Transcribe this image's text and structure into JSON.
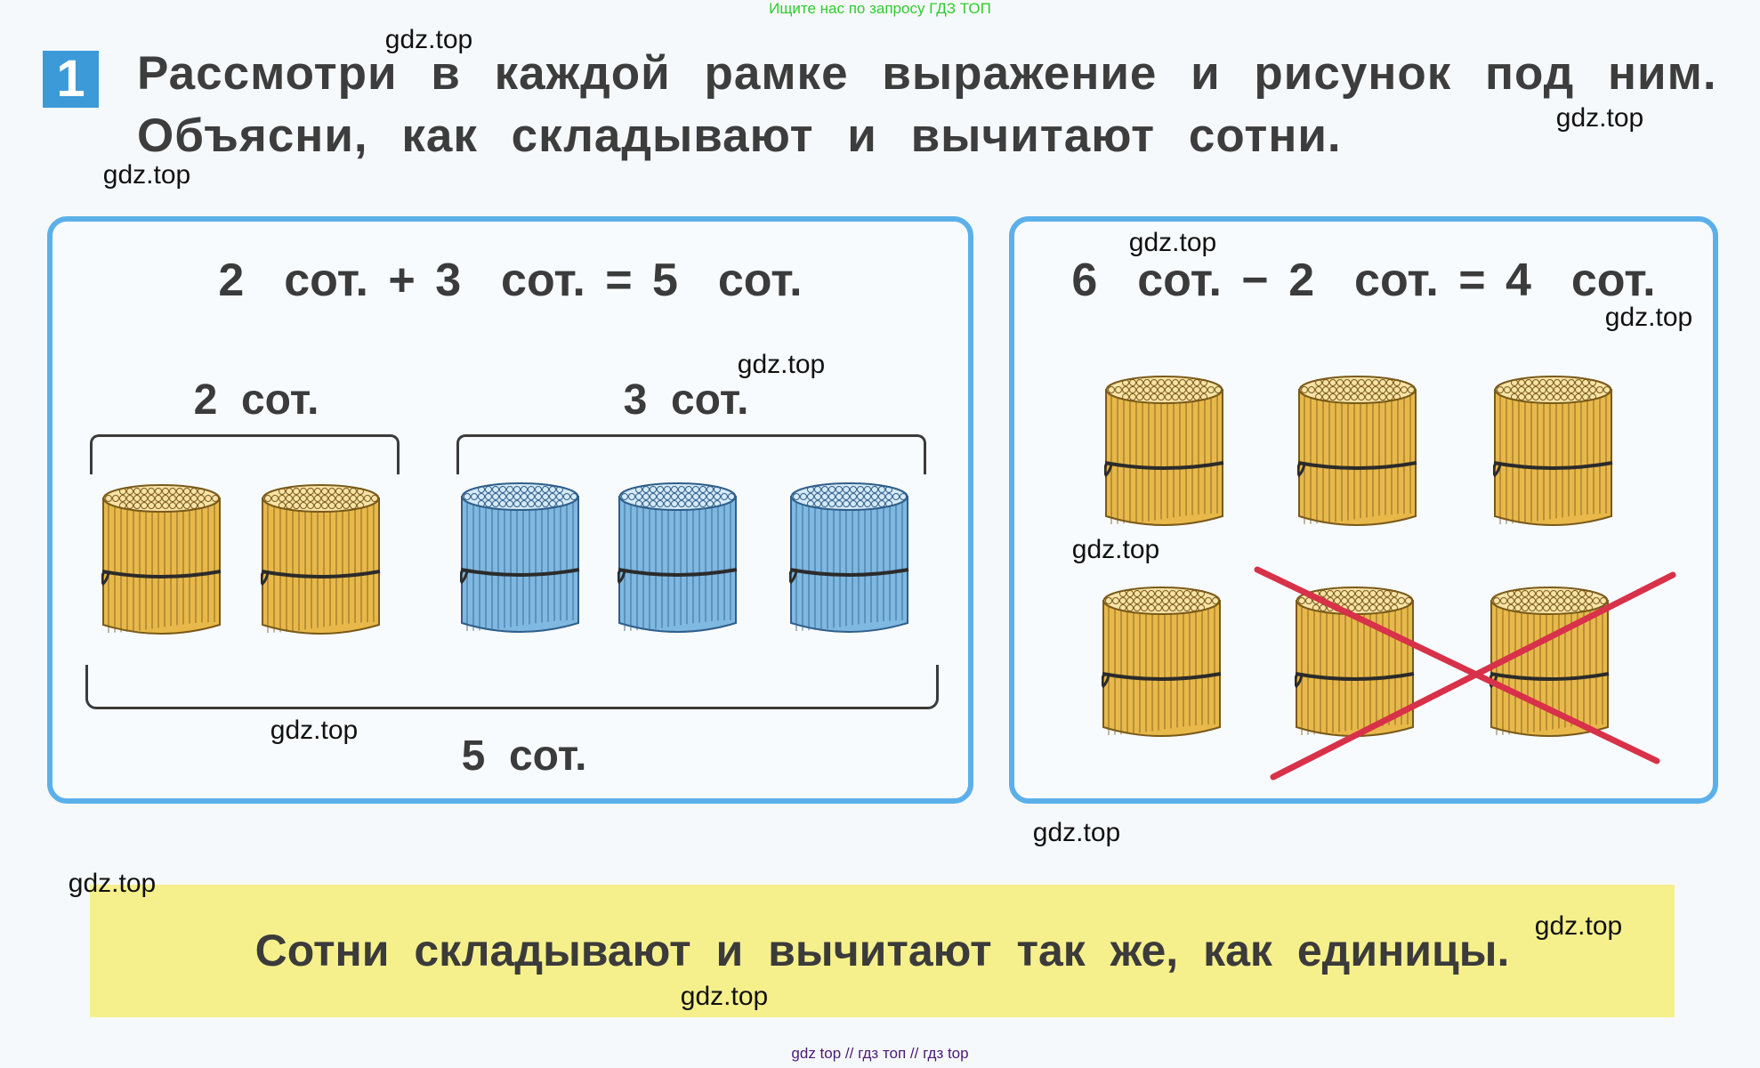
{
  "top_banner": "Ищите нас по запросу ГДЗ ТОП",
  "task_number": "1",
  "heading": {
    "line1": "Рассмотри в каждой рамке выражение и рисунок под ним.",
    "line2": "Объясни, как складывают и вычитают сотни."
  },
  "left_frame": {
    "equation": "2  сот. + 3  сот. = 5  сот.",
    "group1_label": "2  сот.",
    "group2_label": "3  сот.",
    "total_label": "5  сот."
  },
  "right_frame": {
    "equation": "6  сот. − 2  сот. = 4  сот.",
    "crossed_out_count": 2
  },
  "rule_note": "Сотни складывают и вычитают так же, как единицы.",
  "watermark": "gdz.top",
  "footer": "gdz top  //  гдз топ  //  гдз top",
  "colors": {
    "yellow_bundle": "#e8b94a",
    "blue_bundle": "#7fb8e0",
    "frame": "#5cb0ea",
    "cross": "#d8314a",
    "note_bg": "#f6f08c"
  }
}
